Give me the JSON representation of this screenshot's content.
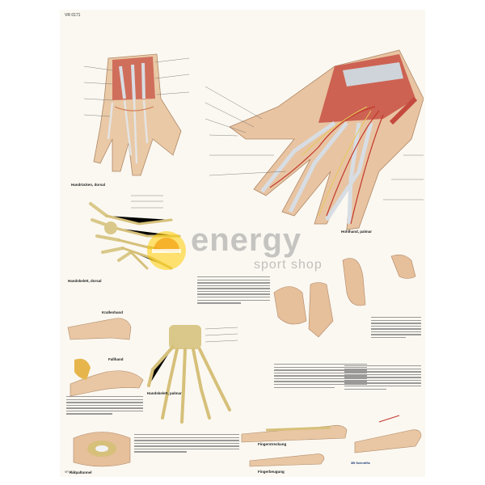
{
  "poster": {
    "plate_number": "VR 0171",
    "captions": {
      "wrist_top": "Handrücken, dorsal",
      "palm": "Hohlhand, palmar",
      "bones_dorsal": "Handskelett, dorsal",
      "bones_palmar": "Handskelett, palmar",
      "tunnel": "Karpaltunnel",
      "claw": "Krallenhand",
      "drop": "Fallhand",
      "finger_a": "Fingerstreckung",
      "finger_b": "Fingerbeugung"
    },
    "publisher": "3B Scientific",
    "footer_code": "VR 0171"
  },
  "watermark": {
    "brand": "energy",
    "tagline": "sport shop",
    "colors": {
      "orange": "#f39200",
      "yellow": "#ffcc00",
      "grey": "#9a9a9a"
    }
  },
  "icons": [
    "hand-dorsal-illustration",
    "hand-palmar-illustration",
    "hand-bones-illustration",
    "energy-logo-icon"
  ]
}
